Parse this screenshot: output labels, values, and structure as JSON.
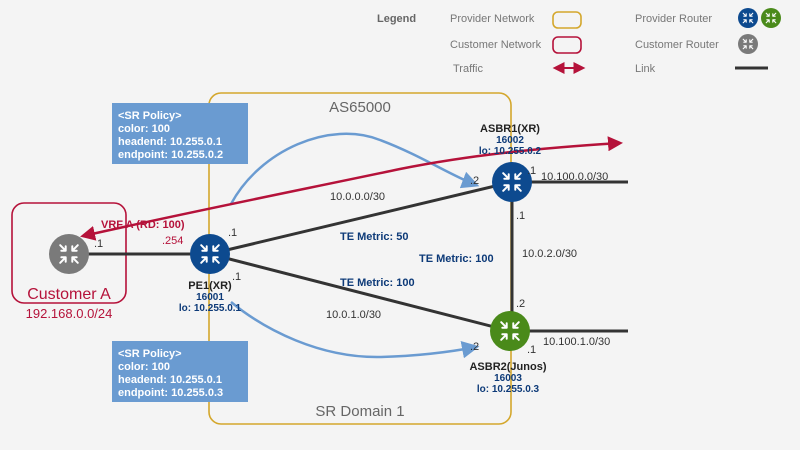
{
  "legend": {
    "title": "Legend",
    "provider_network": "Provider Network",
    "customer_network": "Customer Network",
    "traffic": "Traffic",
    "provider_router": "Provider Router",
    "customer_router": "Customer Router",
    "link": "Link"
  },
  "domains": {
    "as_label": "AS65000",
    "sr_label": "SR Domain 1"
  },
  "customer": {
    "name": "Customer A",
    "prefix": "192.168.0.0/24",
    "iface": ".1"
  },
  "vrf": {
    "label": "VRF A (RD: 100)",
    "pe_iface": ".254"
  },
  "routers": {
    "pe1": {
      "name": "PE1(XR)",
      "sid": "16001",
      "lo": "lo: 10.255.0.1"
    },
    "asbr1": {
      "name": "ASBR1(XR)",
      "sid": "16002",
      "lo": "lo: 10.255.0.2"
    },
    "asbr2": {
      "name": "ASBR2(Junos)",
      "sid": "16003",
      "lo": "lo: 10.255.0.3"
    }
  },
  "links": {
    "pe1_asbr1": {
      "subnet": "10.0.0.0/30",
      "metric": "TE Metric: 50",
      "pe_if": ".1",
      "asbr_if": ".2"
    },
    "pe1_asbr2": {
      "subnet": "10.0.1.0/30",
      "metric": "TE Metric: 100",
      "pe_if": ".1",
      "asbr_if": ".2"
    },
    "asbr1_asbr2": {
      "subnet": "10.0.2.0/30",
      "metric": "TE Metric: 100",
      "asbr1_if": ".1",
      "asbr2_if": ".2"
    },
    "asbr1_ext": {
      "subnet": "10.100.0.0/30",
      "if": ".1"
    },
    "asbr2_ext": {
      "subnet": "10.100.1.0/30",
      "if": ".1"
    }
  },
  "policies": {
    "p1": {
      "title": "<SR Policy>",
      "color": "color: 100",
      "headend": "headend: 10.255.0.1",
      "endpoint": "endpoint: 10.255.0.2"
    },
    "p2": {
      "title": "<SR Policy>",
      "color": "color: 100",
      "headend": "headend: 10.255.0.1",
      "endpoint": "endpoint: 10.255.0.3"
    }
  },
  "colors": {
    "provider_network": "#d4a72c",
    "customer_network": "#b5123a",
    "provider_router_blue": "#0d4a8f",
    "provider_router_green": "#4a8a1a",
    "customer_router": "#7a7a7a",
    "link": "#333333",
    "traffic": "#b5123a",
    "policy_box": "#6a9bd1",
    "policy_arrow": "#6a9bd1",
    "te_metric": "#0d3a78"
  }
}
